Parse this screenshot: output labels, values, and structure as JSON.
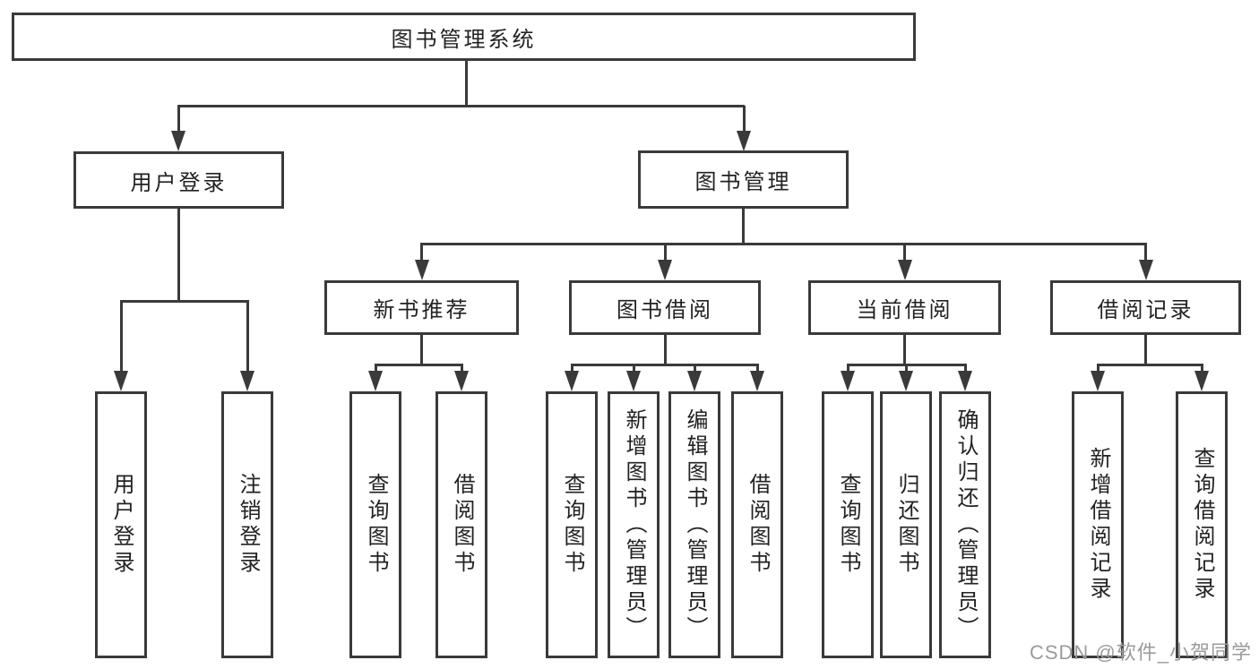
{
  "nodes": {
    "root": "图书管理系统",
    "level2": {
      "user_login": "用户登录",
      "book_management": "图书管理"
    },
    "level3": {
      "new_book_recommend": "新书推荐",
      "book_borrowing": "图书借阅",
      "current_borrowing": "当前借阅",
      "borrowing_records": "借阅记录"
    },
    "leaves": {
      "user_login": [
        "用户登录",
        "注销登录"
      ],
      "new_book_recommend": [
        "查询图书",
        "借阅图书"
      ],
      "book_borrowing": [
        "查询图书",
        "新增图书（管理员）",
        "编辑图书（管理员）",
        "借阅图书"
      ],
      "current_borrowing": [
        "查询图书",
        "归还图书",
        "确认归还（管理员）"
      ],
      "borrowing_records": [
        "新增借阅记录",
        "查询借阅记录"
      ]
    }
  },
  "watermark": {
    "text": "CSDN @软件_小贺同学",
    "color": "#9b9b9b"
  },
  "colors": {
    "line": "#3a3a3a",
    "text": "#222222",
    "background": "#ffffff",
    "box_fill": "#ffffff"
  }
}
